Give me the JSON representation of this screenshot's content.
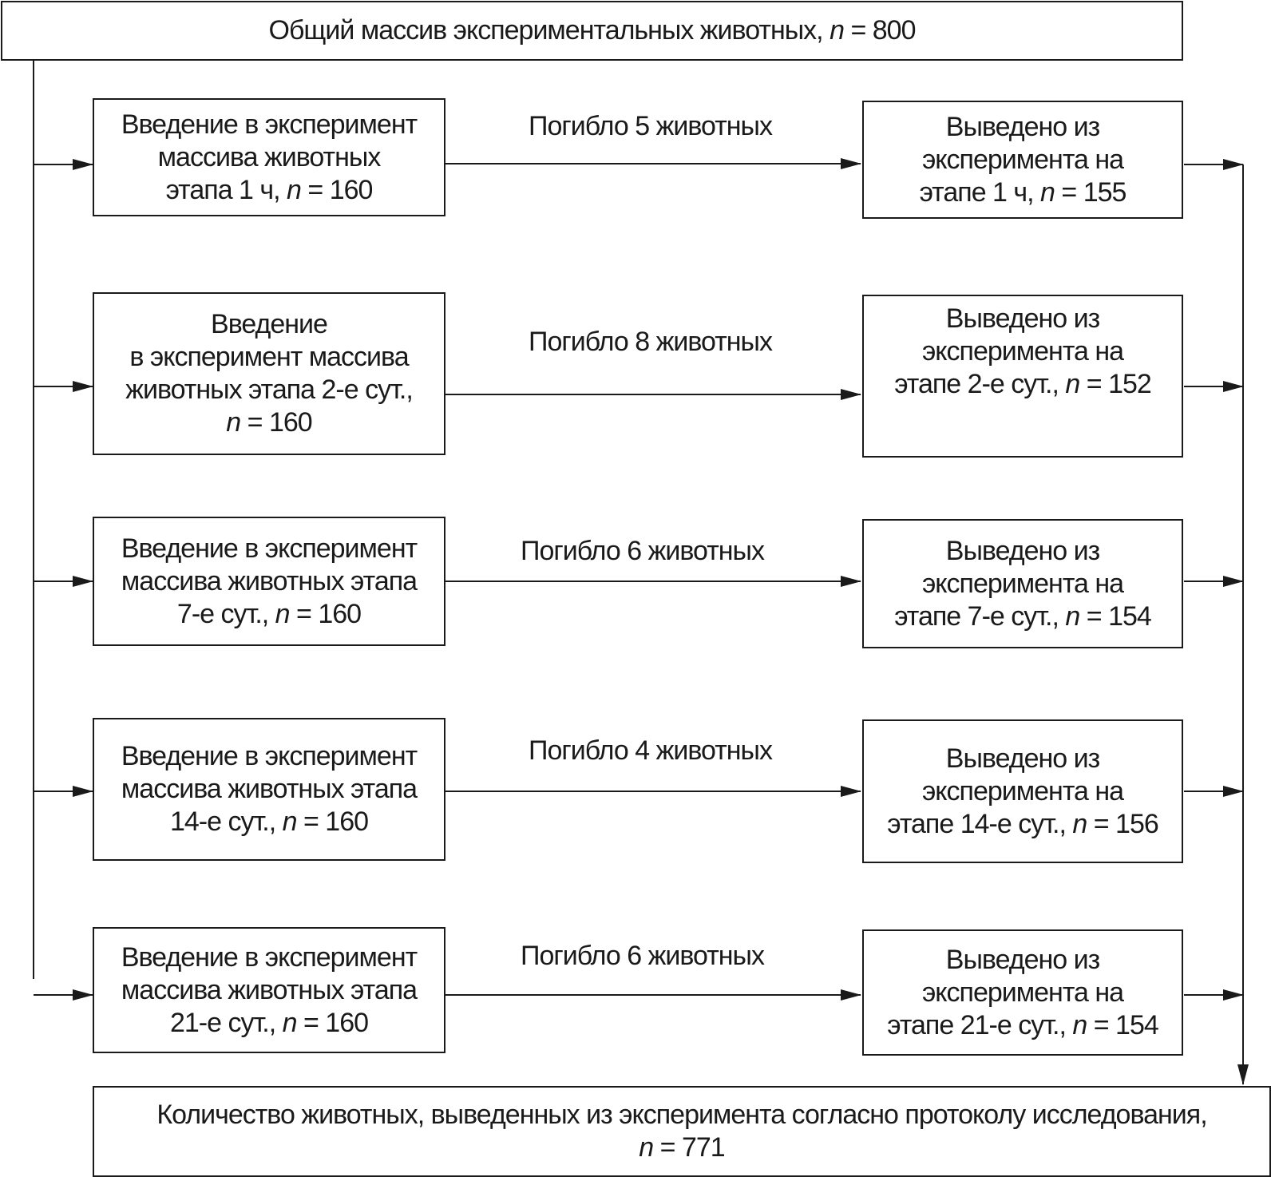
{
  "top": {
    "line": "Общий массив экспериментальных животных,",
    "n_label": "n",
    "n_value": "= 800"
  },
  "stages": [
    {
      "entry_lines": [
        "Введение в эксперимент",
        "массива животных"
      ],
      "entry_last": "этапа 1 ч,",
      "entry_n": "n",
      "entry_value": "= 160",
      "died": "Погибло 5 животных",
      "exit_lines": [
        "Выведено из",
        "эксперимента на"
      ],
      "exit_last": "этапе 1 ч,",
      "exit_n": "n",
      "exit_value": "= 155"
    },
    {
      "entry_lines": [
        "Введение",
        "в эксперимент массива",
        "животных этапа 2-е сут.,"
      ],
      "entry_last": "",
      "entry_n": "n",
      "entry_value": "= 160",
      "died": "Погибло 8 животных",
      "exit_lines": [
        "Выведено из",
        "эксперимента на"
      ],
      "exit_last": "этапе 2-е сут.,",
      "exit_n": "n",
      "exit_value": "= 152"
    },
    {
      "entry_lines": [
        "Введение в эксперимент",
        "массива животных этапа"
      ],
      "entry_last": "7-е сут.,",
      "entry_n": "n",
      "entry_value": "= 160",
      "died": "Погибло 6 животных",
      "exit_lines": [
        "Выведено из",
        "эксперимента на"
      ],
      "exit_last": "этапе 7-е сут.,",
      "exit_n": "n",
      "exit_value": "= 154"
    },
    {
      "entry_lines": [
        "Введение в эксперимент",
        "массива животных этапа"
      ],
      "entry_last": "14-е сут.,",
      "entry_n": "n",
      "entry_value": "= 160",
      "died": "Погибло 4 животных",
      "exit_lines": [
        "Выведено из",
        "эксперимента на"
      ],
      "exit_last": "этапе 14-е сут.,",
      "exit_n": "n",
      "exit_value": "= 156"
    },
    {
      "entry_lines": [
        "Введение в эксперимент",
        "массива животных этапа"
      ],
      "entry_last": "21-е сут.,",
      "entry_n": "n",
      "entry_value": "= 160",
      "died": "Погибло 6 животных",
      "exit_lines": [
        "Выведено из",
        "эксперимента на"
      ],
      "exit_last": "этапе 21-е сут.,",
      "exit_n": "n",
      "exit_value": "= 154"
    }
  ],
  "bottom": {
    "line": "Количество животных, выведенных из эксперимента согласно протоколу исследования,",
    "n_label": "n",
    "n_value": "= 771"
  }
}
